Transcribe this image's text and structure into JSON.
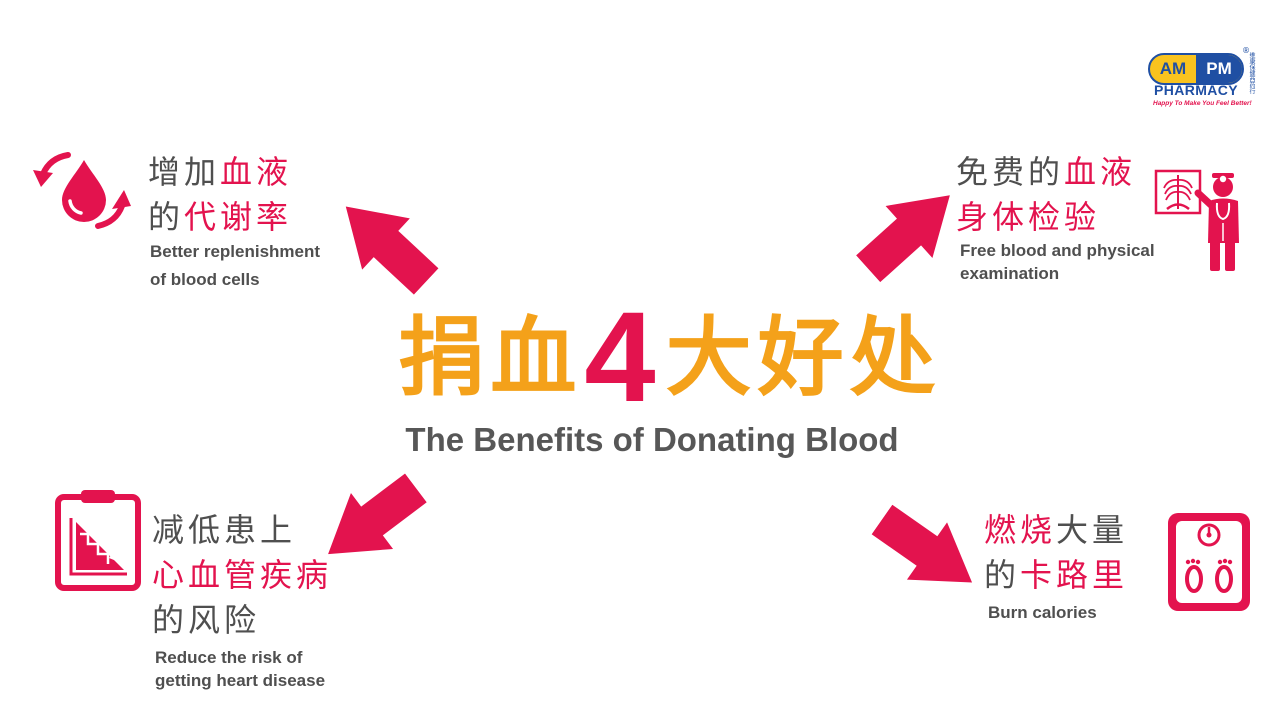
{
  "colors": {
    "accent_red": "#E3134E",
    "title_orange": "#F4A11A",
    "text_gray": "#4F4F4F",
    "subtitle_gray": "#575757",
    "brand_blue": "#1F4FA3",
    "brand_yellow": "#F9C31F"
  },
  "logo": {
    "am": "AM",
    "pm": "PM",
    "registered_mark": "®",
    "name": "PHARMACY",
    "tagline": "Happy To Make You Feel Better!",
    "chinese_name": "维康保健西药行"
  },
  "title": {
    "zh_before": "捐血",
    "number": "4",
    "zh_after": "大好处",
    "subtitle": "The Benefits of Donating Blood"
  },
  "benefits": {
    "top_left": {
      "icon": "blood-drop-refresh-icon",
      "arrow": "arrow-up-left-icon",
      "zh": [
        [
          "增加",
          "血液"
        ],
        [
          "的",
          "代谢率"
        ]
      ],
      "en": [
        "Better replenishment",
        "of blood cells"
      ]
    },
    "top_right": {
      "icon": "doctor-xray-icon",
      "arrow": "arrow-up-right-icon",
      "zh": [
        [
          "免费的",
          "血液"
        ],
        [
          "身体检验"
        ]
      ],
      "en": [
        "Free blood and physical",
        "examination"
      ]
    },
    "bottom_left": {
      "icon": "clipboard-decline-chart-icon",
      "arrow": "arrow-down-left-icon",
      "zh": [
        [
          "减低患上"
        ],
        [
          "心血管疾病"
        ],
        [
          "的风险"
        ]
      ],
      "en": [
        "Reduce the risk of",
        "getting heart disease"
      ]
    },
    "bottom_right": {
      "icon": "weighing-scale-icon",
      "arrow": "arrow-down-right-icon",
      "zh": [
        [
          "燃烧",
          "大量"
        ],
        [
          "的",
          "卡路里"
        ]
      ],
      "en": [
        "Burn calories"
      ]
    }
  }
}
